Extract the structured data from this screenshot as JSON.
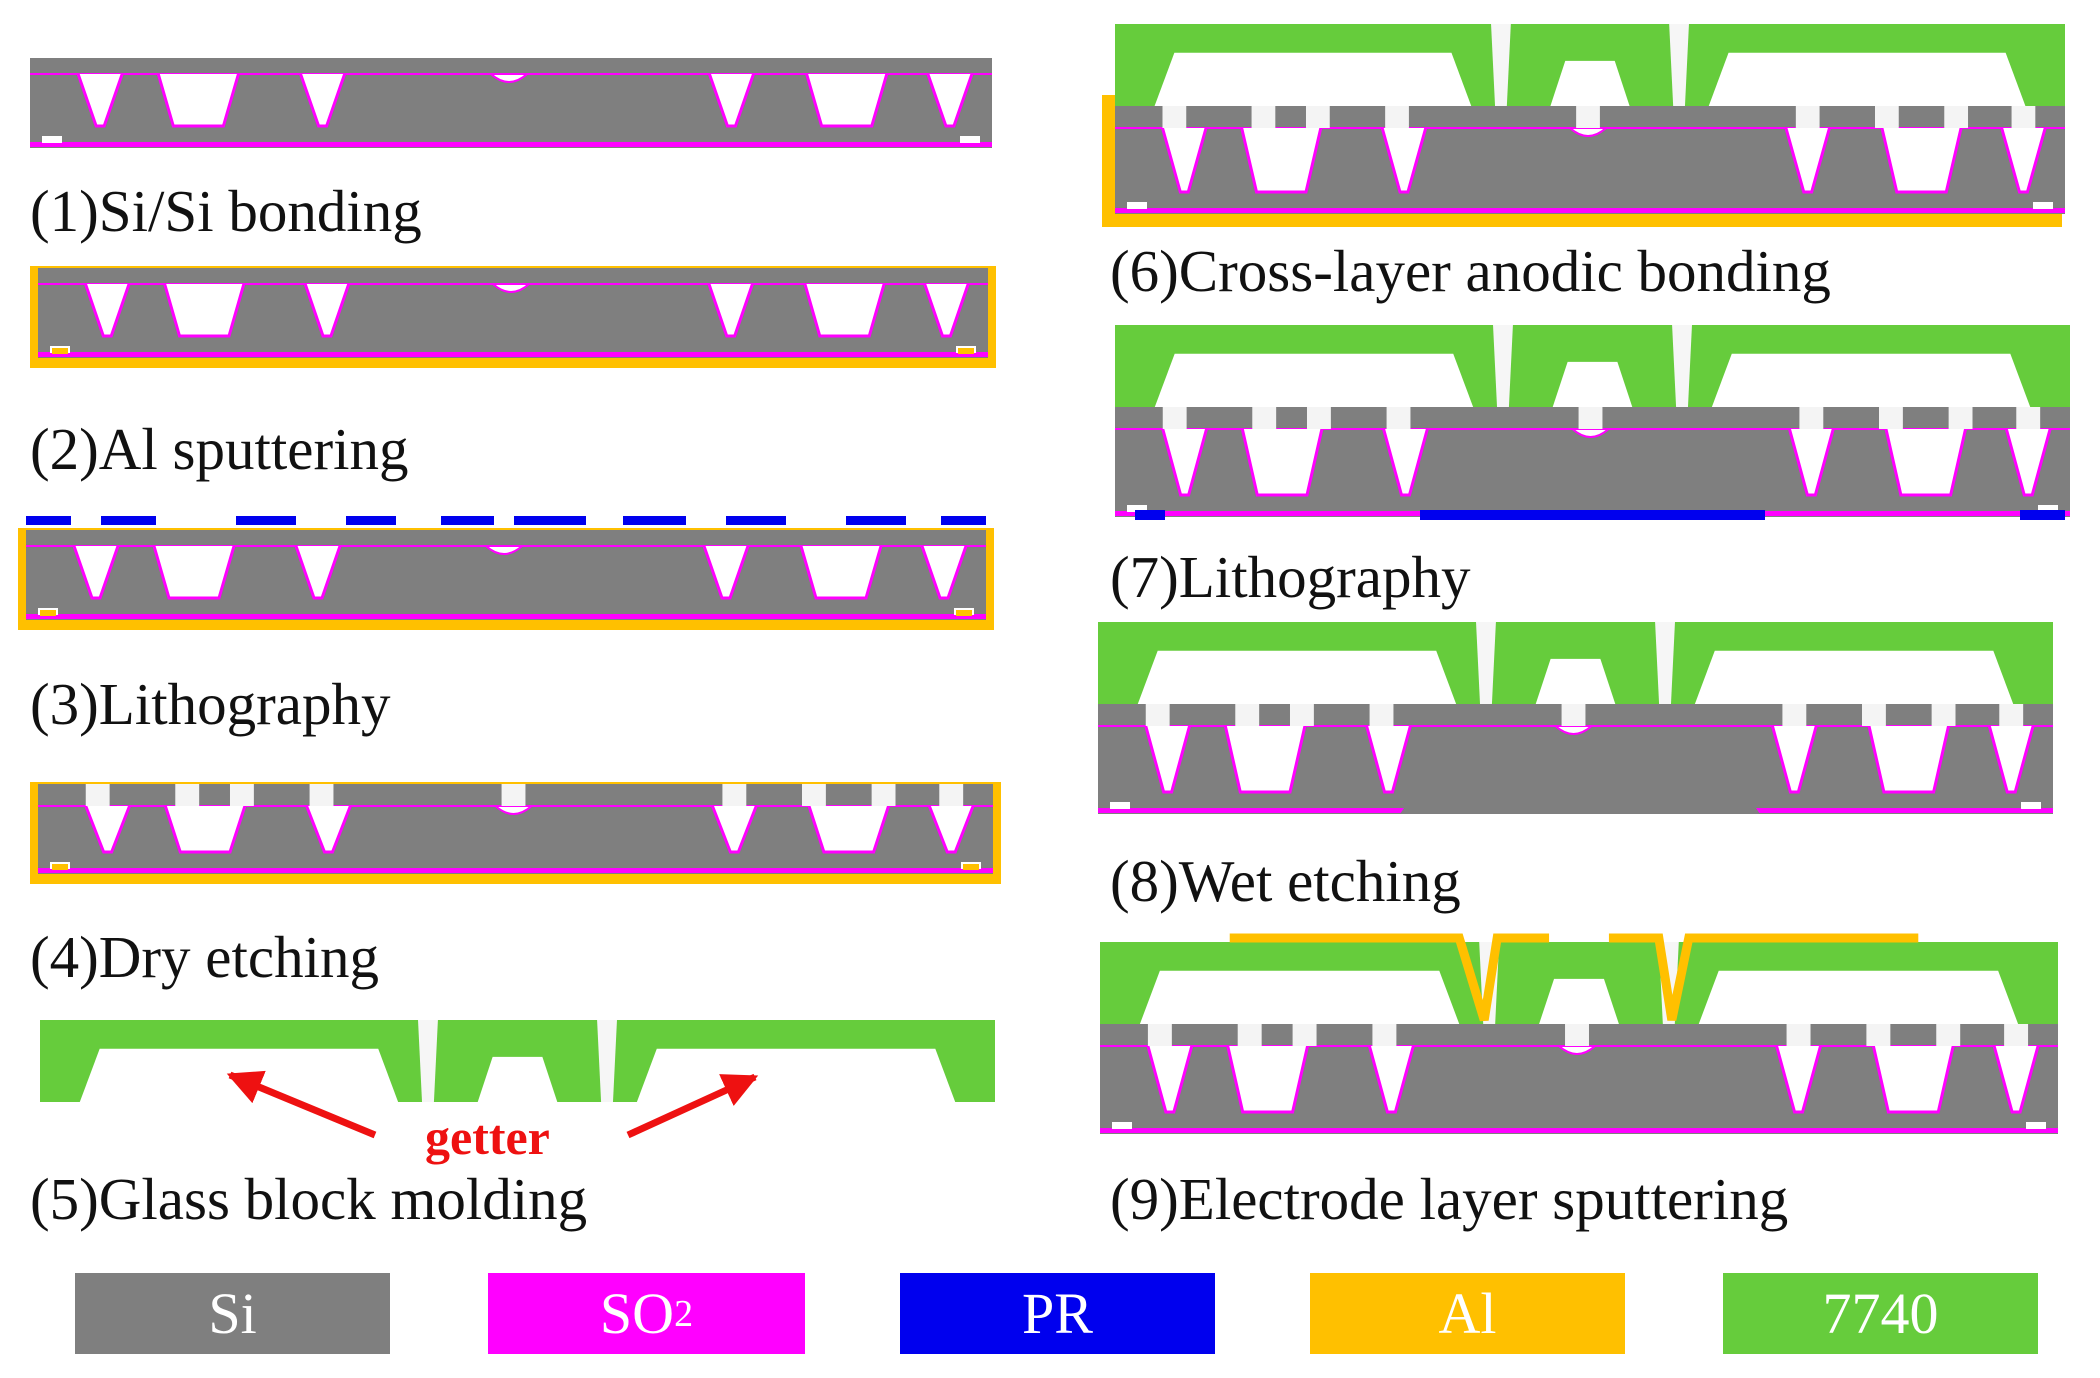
{
  "colors": {
    "si": "#7f7f7f",
    "so2": "#ff00ff",
    "pr": "#0000ee",
    "al": "#ffc000",
    "glass": "#66cc3c",
    "annotation": "#ee1111"
  },
  "steps": [
    {
      "id": 1,
      "label": "(1)Si/Si bonding"
    },
    {
      "id": 2,
      "label": "(2)Al sputtering"
    },
    {
      "id": 3,
      "label": "(3)Lithography"
    },
    {
      "id": 4,
      "label": "(4)Dry etching"
    },
    {
      "id": 5,
      "label": "(5)Glass block molding"
    },
    {
      "id": 6,
      "label": "(6)Cross-layer anodic bonding"
    },
    {
      "id": 7,
      "label": "(7)Lithography"
    },
    {
      "id": 8,
      "label": "(8)Wet etching"
    },
    {
      "id": 9,
      "label": "(9)Electrode layer sputtering"
    }
  ],
  "annotation": {
    "getter": "getter"
  },
  "legend": [
    {
      "key": "si",
      "text": "Si",
      "sub": ""
    },
    {
      "key": "so2",
      "text": "SO",
      "sub": "2"
    },
    {
      "key": "pr",
      "text": "PR",
      "sub": ""
    },
    {
      "key": "al",
      "text": "Al",
      "sub": ""
    },
    {
      "key": "glass",
      "text": "7740",
      "sub": ""
    }
  ]
}
